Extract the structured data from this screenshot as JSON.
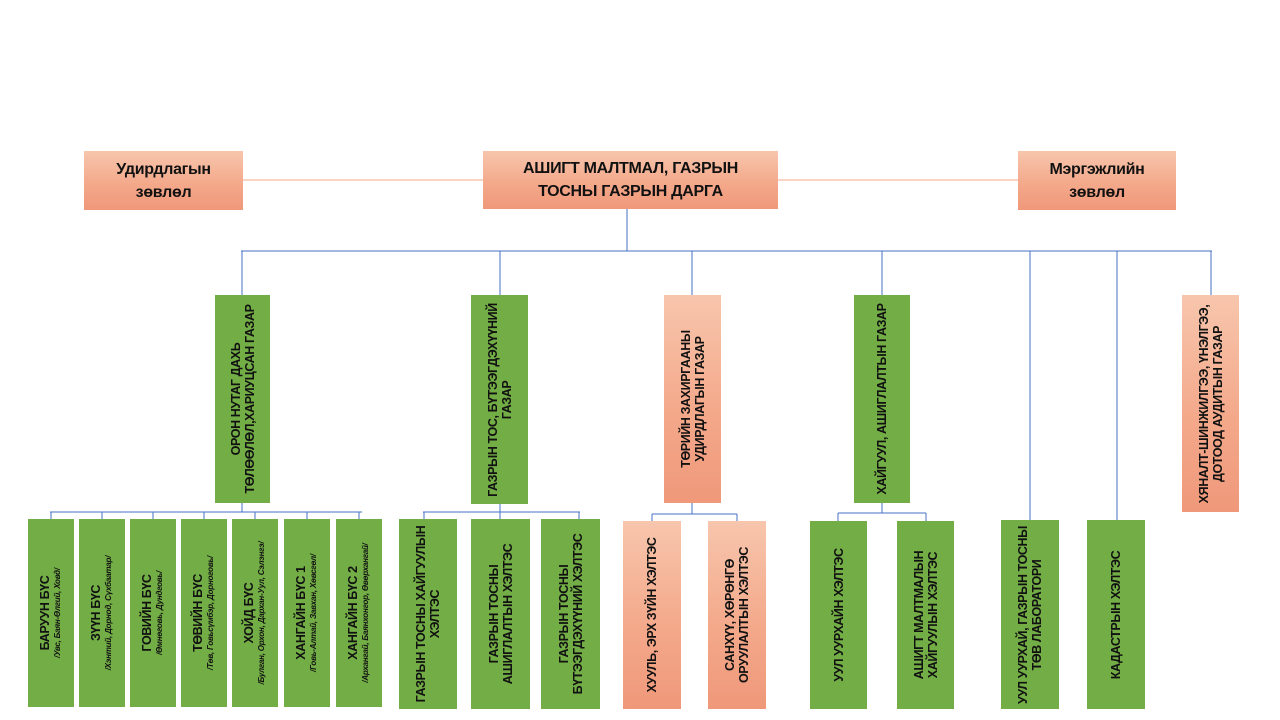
{
  "colors": {
    "salmon": "#f4a98b",
    "green": "#72ad45",
    "connector": "#4472c4",
    "side_connector": "#f4a98b"
  },
  "top": {
    "head_line1": "АШИГТ МАЛТМАЛ, ГАЗРЫН",
    "head_line2": "ТОСНЫ ГАЗРЫН ДАРГА",
    "left_council_line1": "Удирдлагын",
    "left_council_line2": "зөвлөл",
    "right_council_line1": "Мэргэжлийн",
    "right_council_line2": "зөвлөл"
  },
  "departments": [
    {
      "label": "ОРОН НУТАГ ДАХЬ ТӨЛӨӨЛӨЛ,ХАРИУЦСАН ГАЗАР"
    },
    {
      "label": "ГАЗРЫН ТОС, БҮТЭЭГДЭХҮҮНИЙ ГАЗАР"
    },
    {
      "label": "ТӨРИЙН ЗАХИРГААНЫ УДИРДЛАГЫН ГАЗАР"
    },
    {
      "label": "ХАЙГУУЛ, АШИГЛАЛТЫН ГАЗАР"
    },
    {
      "label": "УУЛ УУРХАЙ, ГАЗРЫН ТОСНЫ ТӨВ ЛАБОРАТОРИ"
    },
    {
      "label": "КАДАСТРЫН ХЭЛТЭС"
    },
    {
      "label": "ХЯНАЛТ-ШИНЖИЛГЭЭ, ҮНЭЛГЭЭ, ДОТООД АУДИТЫН ГАЗАР"
    }
  ],
  "regions": [
    {
      "name": "БАРУУН БҮС",
      "provinces": "/Увс, Баян-Өлгий, Ховд/"
    },
    {
      "name": "ЗҮҮН БҮС",
      "provinces": "/Хэнтий, Дорнод, Сүхбаатар/"
    },
    {
      "name": "ГОВИЙН БҮС",
      "provinces": "/Өмнөговь, Дундговь/"
    },
    {
      "name": "ТӨВИЙН БҮС",
      "provinces": "/Төв, Говьсүмбэр, Дорноговь/"
    },
    {
      "name": "ХОЙД БҮС",
      "provinces": "/Булган, Орхон, Дархан-Уул, Сэлэнгэ/"
    },
    {
      "name": "ХАНГАЙН БҮС 1",
      "provinces": "/Говь-Алтай, Завхан, Хөвсгөл/"
    },
    {
      "name": "ХАНГАЙН БҮС 2",
      "provinces": "/Архангай, Баянхонгор, Өвөрхангай/"
    }
  ],
  "petroleum_units": [
    {
      "label": "ГАЗРЫН ТОСНЫ ХАЙГУУЛЫН ХЭЛТЭС"
    },
    {
      "label": "ГАЗРЫН ТОСНЫ АШИГЛАЛТЫН ХЭЛТЭС"
    },
    {
      "label": "ГАЗРЫН ТОСНЫ БҮТЭЭГДЭХҮҮНИЙ ХЭЛТЭС"
    }
  ],
  "admin_units": [
    {
      "label": "ХУУЛЬ, ЭРХ ЗҮЙН ХЭЛТЭС"
    },
    {
      "label": "САНХҮҮ, ХӨРӨНГӨ ОРУУЛАЛТЫН ХЭЛТЭС"
    }
  ],
  "exploration_units": [
    {
      "label": "УУЛ УУРХАЙН ХЭЛТЭС"
    },
    {
      "label": "АШИГТ МАЛТМАЛЫН ХАЙГУУЛЫН ХЭЛТЭС"
    }
  ]
}
